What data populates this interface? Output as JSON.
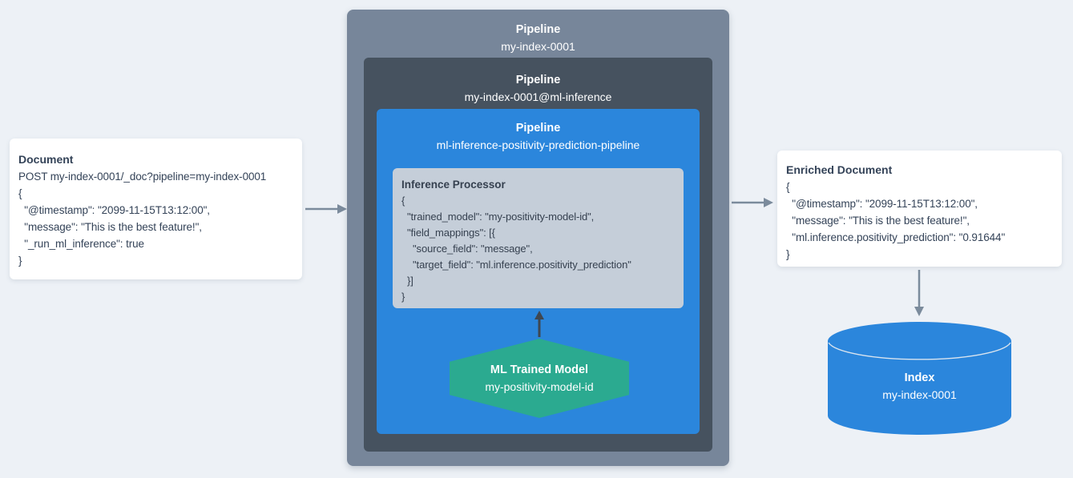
{
  "colors": {
    "background": "#edf1f6",
    "card_background": "#ffffff",
    "outer_pipeline_background": "#77869a",
    "inner_pipeline_background": "#46525f",
    "ml_pipeline_background": "#2b86dc",
    "processor_background": "#c5ced9",
    "model_hexagon_background": "#2baa90",
    "index_cylinder_background": "#2b86dc",
    "dark_text": "#344358",
    "light_text": "#ffffff",
    "arrow_gray": "#7b8b9c",
    "arrow_dark": "#3f4750"
  },
  "document_card": {
    "title": "Document",
    "lines": [
      "POST my-index-0001/_doc?pipeline=my-index-0001",
      "{",
      "  \"@timestamp\": \"2099-11-15T13:12:00\",",
      "  \"message\": \"This is the best feature!\",",
      "  \"_run_ml_inference\": true",
      "}"
    ]
  },
  "outer_pipeline": {
    "title": "Pipeline",
    "name": "my-index-0001"
  },
  "inner_pipeline": {
    "title": "Pipeline",
    "name": "my-index-0001@ml-inference"
  },
  "ml_pipeline": {
    "title": "Pipeline",
    "name": "ml-inference-positivity-prediction-pipeline"
  },
  "inference_processor": {
    "title": "Inference Processor",
    "lines": [
      "{",
      "  \"trained_model\": \"my-positivity-model-id\",",
      "  \"field_mappings\": [{",
      "    \"source_field\": \"message\",",
      "    \"target_field\": \"ml.inference.positivity_prediction\"",
      "  }]",
      "}"
    ]
  },
  "ml_model": {
    "title": "ML Trained Model",
    "name": "my-positivity-model-id"
  },
  "enriched_card": {
    "title": "Enriched Document",
    "lines": [
      "{",
      "  \"@timestamp\": \"2099-11-15T13:12:00\",",
      "  \"message\": \"This is the best feature!\",",
      "  \"ml.inference.positivity_prediction\": \"0.91644\"",
      "}"
    ]
  },
  "index": {
    "title": "Index",
    "name": "my-index-0001"
  }
}
